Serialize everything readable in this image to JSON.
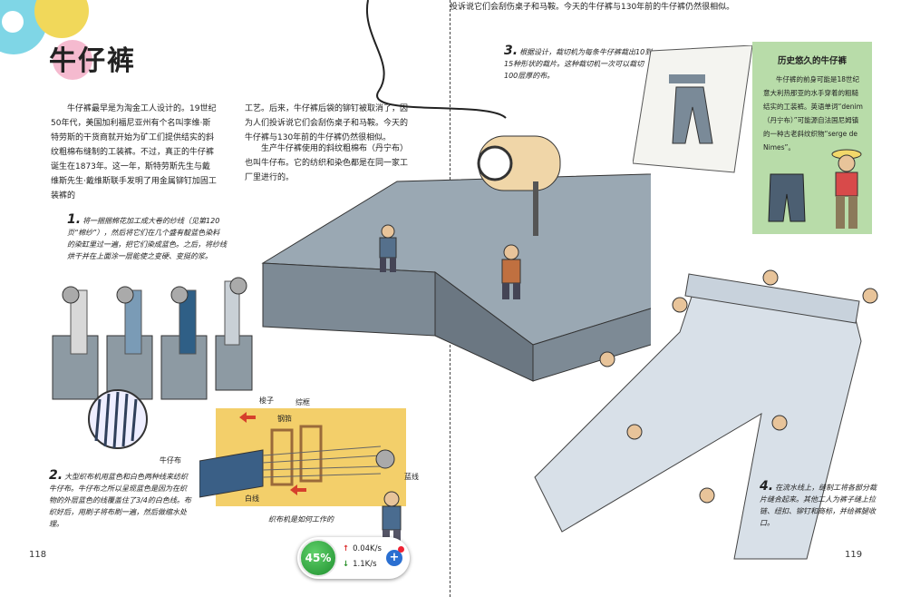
{
  "left_page": {
    "title": "牛仔裤",
    "intro": "牛仔裤最早是为淘金工人设计的。19世纪50年代，美国加利福尼亚州有个名叫李维·斯特劳斯的干货商就开始为矿工们提供结实的斜纹粗棉布缝制的工装裤。不过，真正的牛仔裤诞生在1873年。这一年，斯特劳斯先生与戴维斯先生·戴维斯联手发明了用金属铆钉加固工装裤的",
    "step1_num": "1.",
    "step1": "将一捆捆棉花加工成大卷的纱线（见第120页“棉纱”），然后将它们在几个盛有靛蓝色染料的染缸里过一遍，把它们染成蓝色。之后，将纱线烘干并在上面涂一层能使之变硬、变挺的浆。",
    "step2_num": "2.",
    "step2": "大型织布机用蓝色和白色两种线来纺织牛仔布。牛仔布之所以呈现蓝色是因为在织物的外层蓝色的线覆盖住了3/4的白色线。布织好后，用刷子将布刷一遍，然后做缩水处理。",
    "loom_caption": "织布机是如何工作的",
    "labels": {
      "heddle": "梭子",
      "reed": "钢筘",
      "brown_bar": "综框",
      "denim": "牛仔布",
      "white_yarn": "白线",
      "blue_yarn": "蓝线"
    },
    "page_number": "118"
  },
  "right_page": {
    "top_text": "工艺。后来，牛仔裤后袋的铆钉被取消了，因为人们投诉说它们会刮伤桌子和马鞍。今天的牛仔裤与130年前的牛仔裤仍然很相似。",
    "top_text2": "生产牛仔裤使用的斜纹粗棉布（丹宁布）也叫牛仔布。它的纺织和染色都是在同一家工厂里进行的。",
    "step3_num": "3.",
    "step3": "根据设计，裁切机为每条牛仔裤裁出10到15种形状的裁片。这种裁切机一次可以裁切100层厚的布。",
    "step4_num": "4.",
    "step4": "在流水线上，缝制工将各部分裁片缝合起来。其他工人为裤子缝上拉链、纽扣、铆钉和商标，并给裤腿收口。",
    "sidebar_title": "历史悠久的牛仔裤",
    "sidebar_text": "牛仔裤的前身可能是18世纪意大利热那亚的水手穿着的粗糙结实的工装裤。英语单词“denim（丹宁布）”可能源自法国尼姆镇的一种古老斜纹织物“serge de Nimes”。",
    "page_number": "119"
  },
  "speed_widget": {
    "percent": "45%",
    "upload": "0.04K/s",
    "download": "1.1K/s",
    "up_arrow": "↑",
    "down_arrow": "↓",
    "plus": "+"
  }
}
